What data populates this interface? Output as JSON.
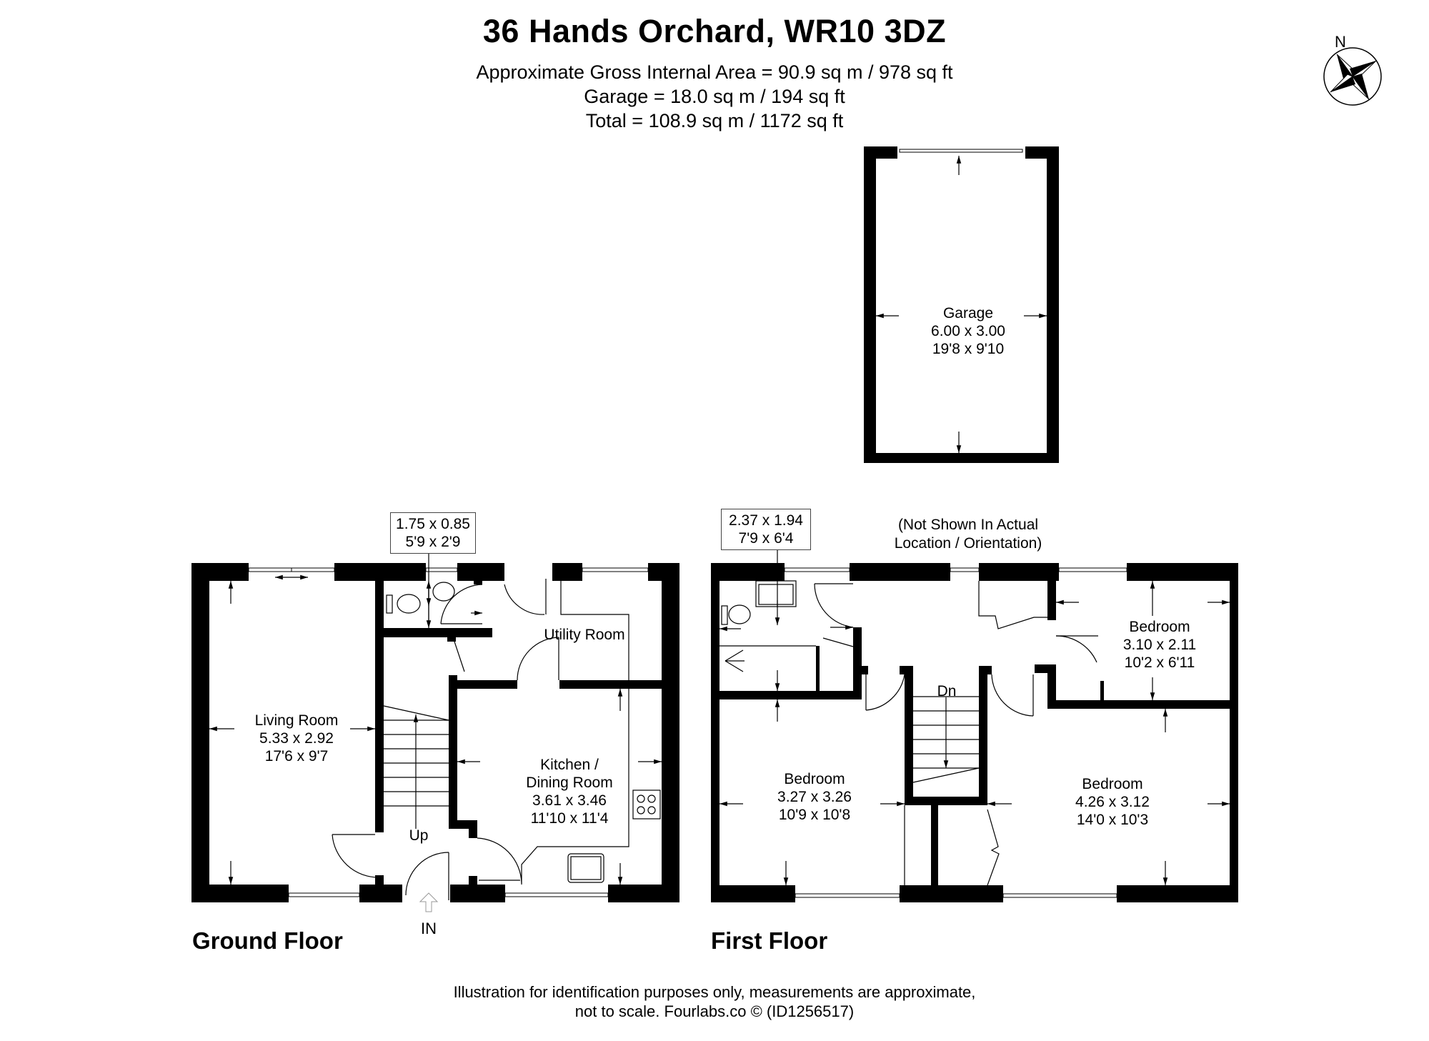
{
  "header": {
    "title": "36 Hands Orchard, WR10 3DZ",
    "area_lines": [
      "Approximate Gross Internal Area = 90.9 sq m / 978 sq ft",
      "Garage = 18.0 sq m / 194 sq ft",
      "Total = 108.9 sq m / 1172 sq ft"
    ]
  },
  "compass": {
    "label": "N",
    "icon": "compass-rose-icon"
  },
  "garage": {
    "name": "Garage",
    "metric": "6.00 x 3.00",
    "imperial": "19'8 x 9'10",
    "note_line1": "(Not Shown In Actual",
    "note_line2": "Location / Orientation)"
  },
  "ground_floor": {
    "label": "Ground Floor",
    "wc_box": {
      "metric": "1.75 x 0.85",
      "imperial": "5'9 x 2'9"
    },
    "rooms": [
      {
        "name": "Living Room",
        "metric": "5.33 x 2.92",
        "imperial": "17'6 x 9'7"
      },
      {
        "name": "Utility Room"
      },
      {
        "name_line1": "Kitchen /",
        "name_line2": "Dining Room",
        "metric": "3.61 x 3.46",
        "imperial": "11'10 x 11'4"
      }
    ],
    "stairs_label": "Up",
    "entrance_label": "IN"
  },
  "first_floor": {
    "label": "First Floor",
    "bathroom_box": {
      "metric": "2.37 x 1.94",
      "imperial": "7'9 x 6'4"
    },
    "rooms": [
      {
        "name": "Bedroom",
        "metric": "3.10 x 2.11",
        "imperial": "10'2 x 6'11"
      },
      {
        "name": "Bedroom",
        "metric": "3.27 x 3.26",
        "imperial": "10'9 x 10'8"
      },
      {
        "name": "Bedroom",
        "metric": "4.26 x 3.12",
        "imperial": "14'0 x 10'3"
      }
    ],
    "stairs_label": "Dn"
  },
  "footer": {
    "line1": "Illustration for identification purposes only, measurements are approximate,",
    "line2": "not to scale. Fourlabs.co © (ID1256517)"
  },
  "colors": {
    "wall": "#000000",
    "background": "#ffffff",
    "line": "#000000"
  }
}
